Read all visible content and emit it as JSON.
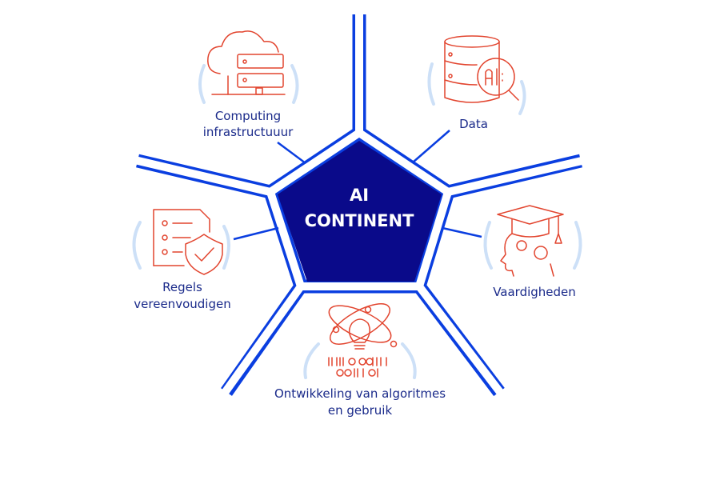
{
  "center": {
    "line1": "AI",
    "line2": "CONTINENT"
  },
  "pillars": [
    {
      "id": "computing",
      "line1": "Computing",
      "line2": "infrastructuuur",
      "icon": "cloud-server-icon"
    },
    {
      "id": "data",
      "line1": "Data",
      "icon": "database-ai-search-icon"
    },
    {
      "id": "skills",
      "line1": "Vaardigheden",
      "icon": "graduate-head-gears-icon"
    },
    {
      "id": "algorithms",
      "line1": "Ontwikkeling van algoritmes",
      "line2": "en gebruik",
      "icon": "atom-lightbulb-binary-icon"
    },
    {
      "id": "rules",
      "line1": "Regels",
      "line2": "vereenvoudigen",
      "icon": "checklist-shield-icon"
    }
  ],
  "colors": {
    "road": "#0a3ee0",
    "center": "#0a0a8a",
    "icon": "#e2452f",
    "label": "#1a2a8a",
    "arc": "#cde0f7"
  }
}
